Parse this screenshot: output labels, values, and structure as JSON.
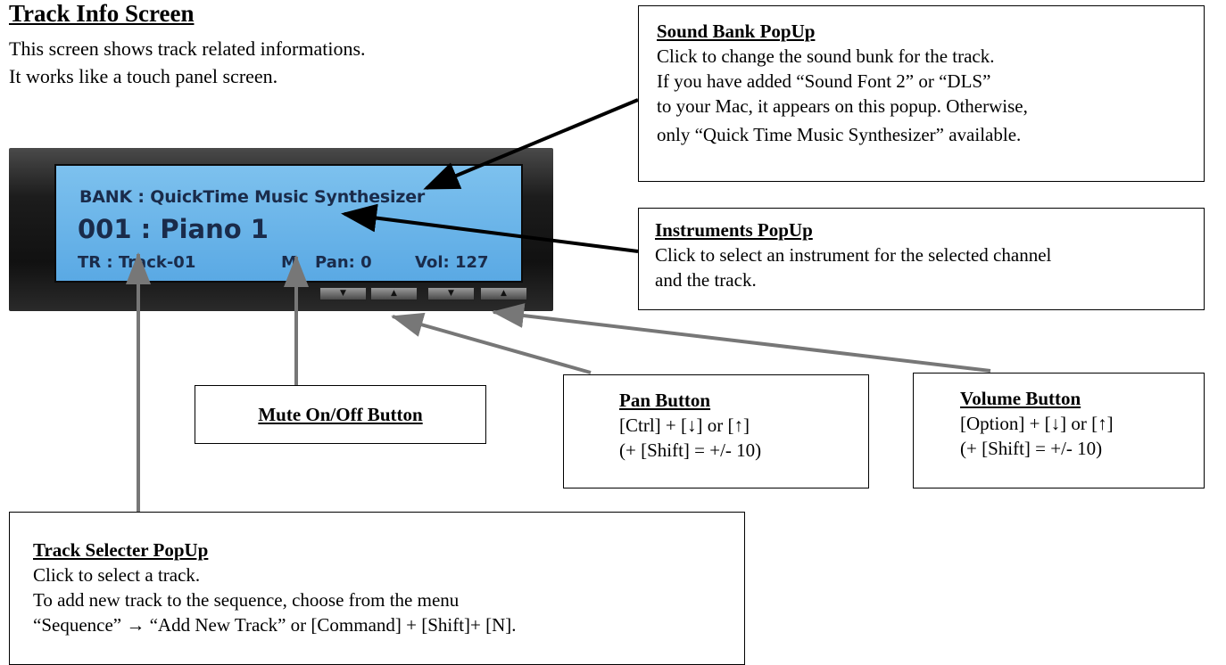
{
  "heading": "Track Info Screen",
  "intro": [
    "This screen shows track related informations.",
    "It works like a touch panel screen."
  ],
  "lcd": {
    "bank": "BANK : QuickTime Music Synthesizer",
    "instrument": "001 : Piano 1",
    "track": "TR : Track-01",
    "mute": "M",
    "pan": "Pan:   0",
    "volume": "Vol: 127",
    "buttons": [
      {
        "glyph": "▼",
        "name": "pan-down-button"
      },
      {
        "glyph": "▲",
        "name": "pan-up-button"
      },
      {
        "glyph": "▼",
        "name": "volume-down-button"
      },
      {
        "glyph": "▲",
        "name": "volume-up-button"
      }
    ]
  },
  "callouts": {
    "sound_bank": {
      "title": "Sound Bank PopUp",
      "lines": [
        "Click to change the sound bunk for the track.",
        "If you have added “Sound Font 2” or “DLS”",
        "to your Mac, it appears on this popup. Otherwise,",
        "only “Quick Time Music Synthesizer” available."
      ]
    },
    "instruments": {
      "title": "Instruments PopUp",
      "lines": [
        "Click to select an instrument for the selected channel",
        "and the track."
      ]
    },
    "mute": {
      "title": "Mute On/Off Button"
    },
    "pan": {
      "title": "Pan Button",
      "lines": [
        "[Ctrl] + [↓] or [↑]",
        "(+ [Shift] = +/- 10)"
      ]
    },
    "volume": {
      "title": "Volume Button",
      "lines": [
        "[Option] + [↓] or [↑]",
        "(+ [Shift] = +/- 10)"
      ]
    },
    "track_selecter": {
      "title": "Track Selecter PopUp",
      "lines": [
        "Click to select a track.",
        "To add new track to the sequence, choose from the menu",
        "“Sequence” → “Add New Track” or [Command] + [Shift]+ [N]."
      ]
    }
  },
  "colors": {
    "lcd_background": "#6db6ea",
    "lcd_text": "#1a2b4a",
    "arrow_black": "#000000",
    "arrow_gray": "#777777"
  }
}
